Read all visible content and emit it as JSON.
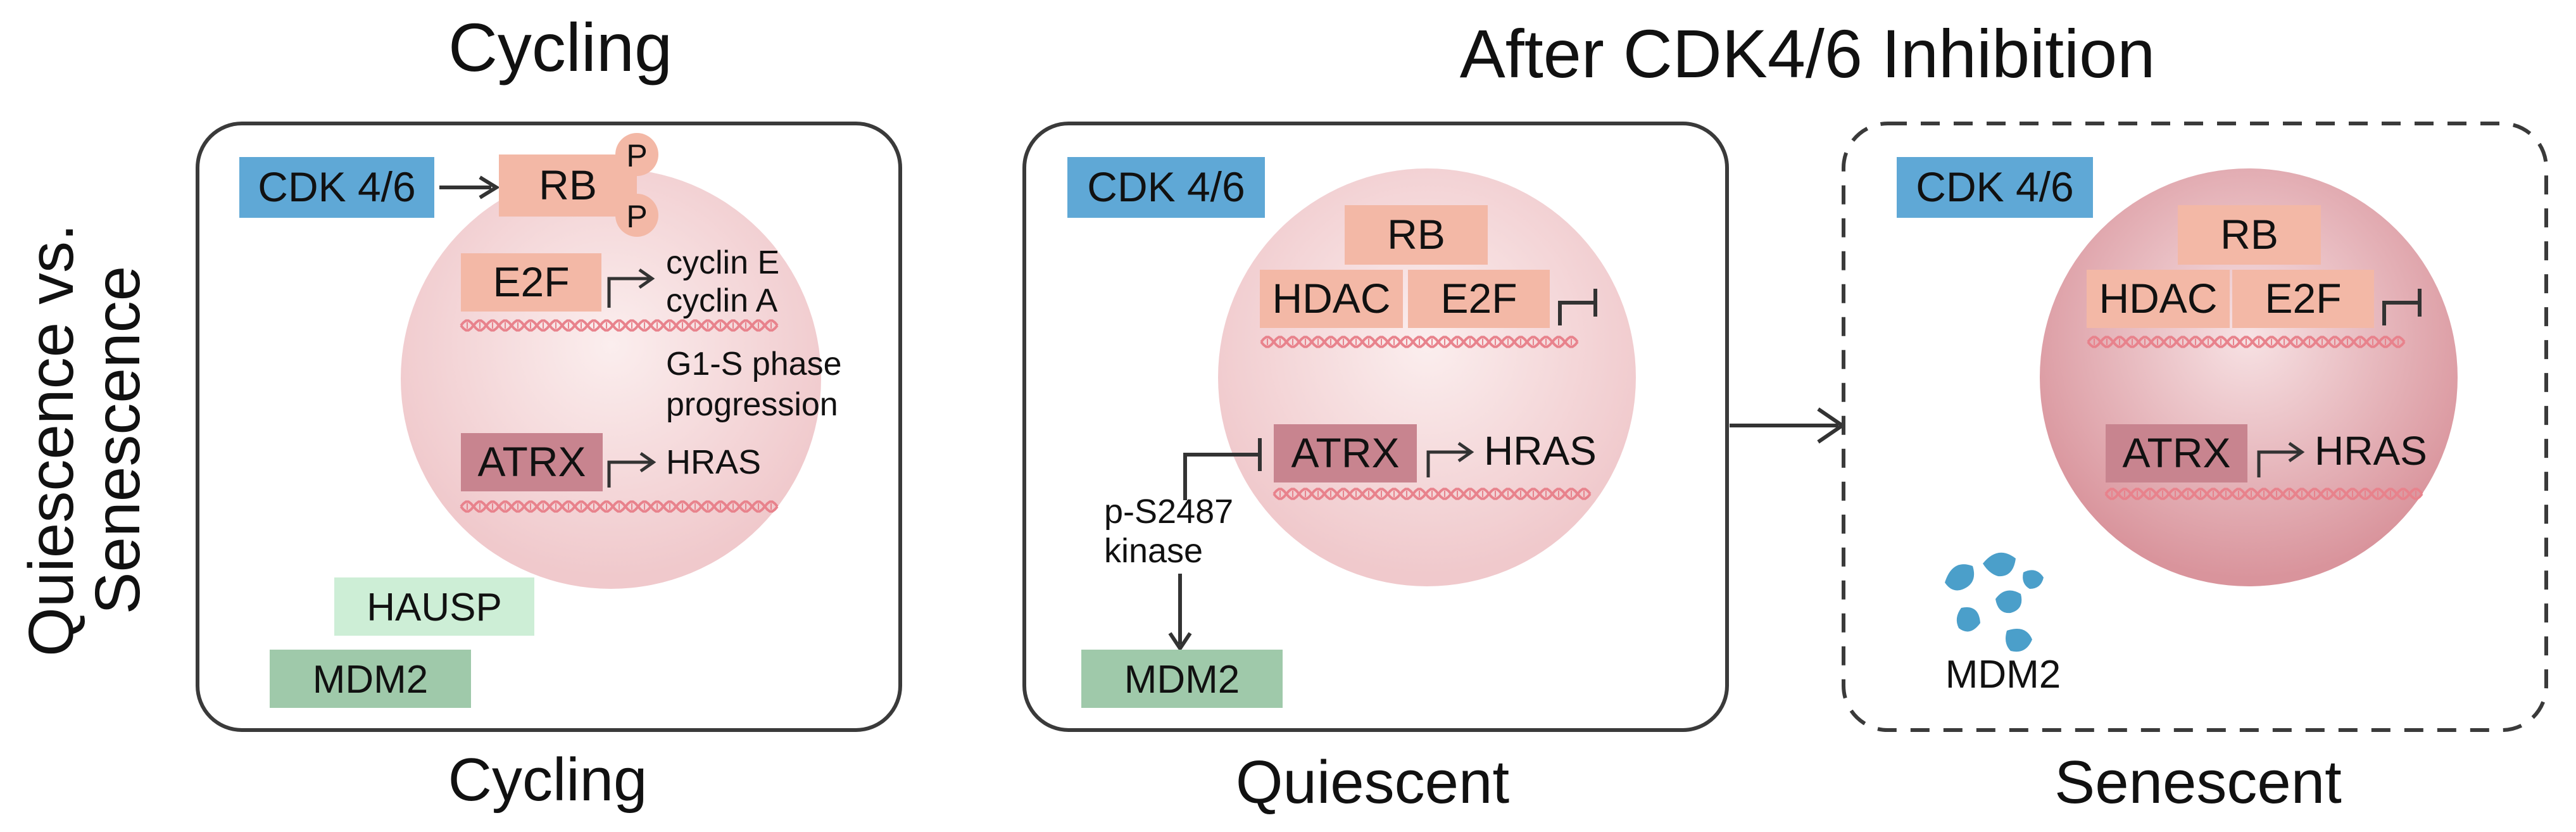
{
  "side_label": {
    "line1": "Quiescence vs.",
    "line2": "Senescence"
  },
  "headers": {
    "left": "Cycling",
    "right": "After CDK4/6 Inhibition"
  },
  "colors": {
    "cdk": "#5fa8d6",
    "light_pink": "#f3b8a6",
    "dark_pink": "#c8848f",
    "hausp": "#cdeed6",
    "mdm2": "#9fc9aa",
    "dna": "#e8828c",
    "mdm2_fragments": "#4b9fca"
  },
  "panels": {
    "cycling": {
      "caption": "Cycling",
      "cdk": "CDK 4/6",
      "rb": "RB",
      "phospho": "P",
      "e2f": "E2F",
      "cyclin_e": "cyclin E",
      "cyclin_a": "cyclin A",
      "g1s_line1": "G1-S phase",
      "g1s_line2": "progression",
      "atrx": "ATRX",
      "hras": "HRAS",
      "hausp": "HAUSP",
      "mdm2": "MDM2"
    },
    "quiescent": {
      "caption": "Quiescent",
      "cdk": "CDK 4/6",
      "rb": "RB",
      "hdac": "HDAC",
      "e2f": "E2F",
      "atrx": "ATRX",
      "hras": "HRAS",
      "kinase_line1": "p-S2487",
      "kinase_line2": "kinase",
      "mdm2": "MDM2"
    },
    "senescent": {
      "caption": "Senescent",
      "cdk": "CDK 4/6",
      "rb": "RB",
      "hdac": "HDAC",
      "e2f": "E2F",
      "atrx": "ATRX",
      "hras": "HRAS",
      "mdm2": "MDM2"
    }
  }
}
